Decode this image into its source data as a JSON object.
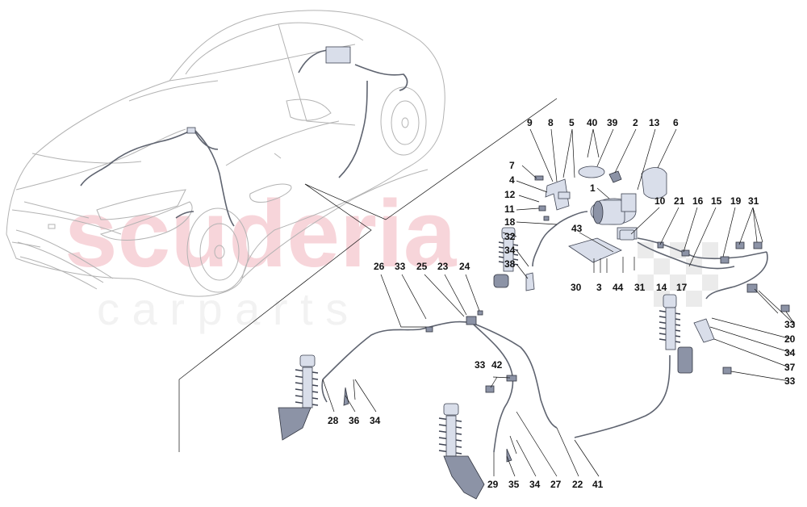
{
  "watermark": {
    "line1": "scuderia",
    "line2": "c a r   p a r t s",
    "color": "#f2b4bd"
  },
  "callouts": [
    {
      "id": "c9",
      "label": "9"
    },
    {
      "id": "c8",
      "label": "8"
    },
    {
      "id": "c5",
      "label": "5"
    },
    {
      "id": "c40",
      "label": "40"
    },
    {
      "id": "c39",
      "label": "39"
    },
    {
      "id": "c2",
      "label": "2"
    },
    {
      "id": "c13",
      "label": "13"
    },
    {
      "id": "c6",
      "label": "6"
    },
    {
      "id": "c7",
      "label": "7"
    },
    {
      "id": "c4",
      "label": "4"
    },
    {
      "id": "c1",
      "label": "1"
    },
    {
      "id": "c12",
      "label": "12"
    },
    {
      "id": "c11",
      "label": "11"
    },
    {
      "id": "c18",
      "label": "18"
    },
    {
      "id": "c32",
      "label": "32"
    },
    {
      "id": "c34a",
      "label": "34"
    },
    {
      "id": "c38",
      "label": "38"
    },
    {
      "id": "c10",
      "label": "10"
    },
    {
      "id": "c21",
      "label": "21"
    },
    {
      "id": "c16",
      "label": "16"
    },
    {
      "id": "c15",
      "label": "15"
    },
    {
      "id": "c19",
      "label": "19"
    },
    {
      "id": "c31a",
      "label": "31"
    },
    {
      "id": "c43",
      "label": "43"
    },
    {
      "id": "c30",
      "label": "30"
    },
    {
      "id": "c3",
      "label": "3"
    },
    {
      "id": "c44",
      "label": "44"
    },
    {
      "id": "c31b",
      "label": "31"
    },
    {
      "id": "c14",
      "label": "14"
    },
    {
      "id": "c17",
      "label": "17"
    },
    {
      "id": "c26",
      "label": "26"
    },
    {
      "id": "c33a",
      "label": "33"
    },
    {
      "id": "c25",
      "label": "25"
    },
    {
      "id": "c23",
      "label": "23"
    },
    {
      "id": "c24",
      "label": "24"
    },
    {
      "id": "c33b",
      "label": "33"
    },
    {
      "id": "c42",
      "label": "42"
    },
    {
      "id": "c33c",
      "label": "33"
    },
    {
      "id": "c20",
      "label": "20"
    },
    {
      "id": "c34b",
      "label": "34"
    },
    {
      "id": "c37",
      "label": "37"
    },
    {
      "id": "c33d",
      "label": "33"
    },
    {
      "id": "c28",
      "label": "28"
    },
    {
      "id": "c36",
      "label": "36"
    },
    {
      "id": "c34c",
      "label": "34"
    },
    {
      "id": "c29",
      "label": "29"
    },
    {
      "id": "c35",
      "label": "35"
    },
    {
      "id": "c34d",
      "label": "34"
    },
    {
      "id": "c27",
      "label": "27"
    },
    {
      "id": "c22",
      "label": "22"
    },
    {
      "id": "c41",
      "label": "41"
    }
  ]
}
